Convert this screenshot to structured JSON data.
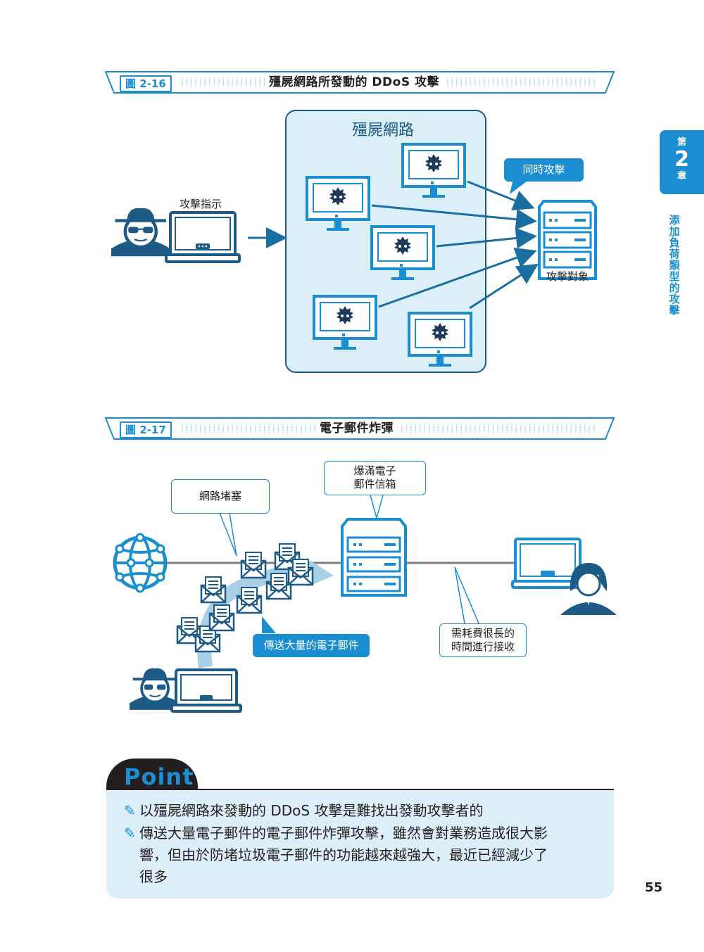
{
  "chapter": {
    "label_top": "第",
    "number": "2",
    "label_bottom": "章",
    "title": "添加負荷類型的攻擊"
  },
  "figure_16": {
    "number": "圖 2-16",
    "title": "殭屍網路所發動的 DDoS 攻擊",
    "botnet_label": "殭屍網路",
    "instruction_label": "攻擊指示",
    "simultaneous_label": "同時攻擊",
    "target_label": "攻擊對象"
  },
  "figure_17": {
    "number": "圖 2-17",
    "title": "電子郵件炸彈",
    "congestion_label": "網路堵塞",
    "mailbox_full_label_line1": "爆滿電子",
    "mailbox_full_label_line2": "郵件信箱",
    "send_label": "傳送大量的電子郵件",
    "receive_label_line1": "需耗費很長的",
    "receive_label_line2": "時間進行接收"
  },
  "point": {
    "heading": "Point",
    "items": [
      "以殭屍網路來發動的 DDoS 攻擊是難找出發動攻擊者的",
      "傳送大量電子郵件的電子郵件炸彈攻擊，雖然會對業務造成很大影",
      "響，但由於防堵垃圾電子郵件的功能越來越強大，最近已經減少了",
      "很多"
    ]
  },
  "page_number": "55",
  "colors": {
    "accent": "#1a8ed1",
    "panel": "#dceef8",
    "text": "#231f20"
  }
}
